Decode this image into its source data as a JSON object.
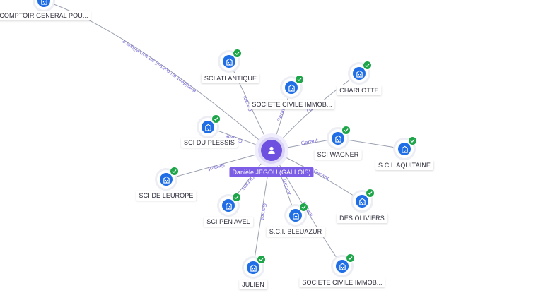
{
  "center": {
    "label": "Danièle JEGOU (GALLOIS)",
    "icon": "person-icon"
  },
  "node_icon": "building-icon",
  "status_icon": "check-icon",
  "colors": {
    "accent": "#6e50e0",
    "node": "#1f6ee6",
    "check": "#1ea54a",
    "edge_label": "#7b6fd6"
  },
  "nodes": [
    {
      "id": "comptoir",
      "label": "COMPTOIR GENERAL POU...",
      "relation": "President du conseil de surveillance"
    },
    {
      "id": "atlantique",
      "label": "SCI ATLANTIQUE",
      "relation": "Gerant"
    },
    {
      "id": "societe1",
      "label": "SOCIETE CIVILE IMMOB...",
      "relation": "Gerant"
    },
    {
      "id": "charlotte",
      "label": "CHARLOTTE",
      "relation": "Gerant"
    },
    {
      "id": "duplessis",
      "label": "SCI DU PLESSIS",
      "relation": "Gerant"
    },
    {
      "id": "wagner",
      "label": "SCI WAGNER",
      "relation": "Gerant"
    },
    {
      "id": "aquitaine",
      "label": "S.C.I. AQUITAINE",
      "relation": ""
    },
    {
      "id": "leurope",
      "label": "SCI DE LEUROPE",
      "relation": "Gerant"
    },
    {
      "id": "oliviers",
      "label": "DES OLIVIERS",
      "relation": "Gerant"
    },
    {
      "id": "penavel",
      "label": "SCI PEN AVEL",
      "relation": "Gerant"
    },
    {
      "id": "bleuazur",
      "label": "S.C.I. BLEUAZUR",
      "relation": "Gerant"
    },
    {
      "id": "julien",
      "label": "JULIEN",
      "relation": "Gerant"
    },
    {
      "id": "societe2",
      "label": "SOCIETE CIVILE IMMOB...",
      "relation": "Gerant"
    }
  ]
}
